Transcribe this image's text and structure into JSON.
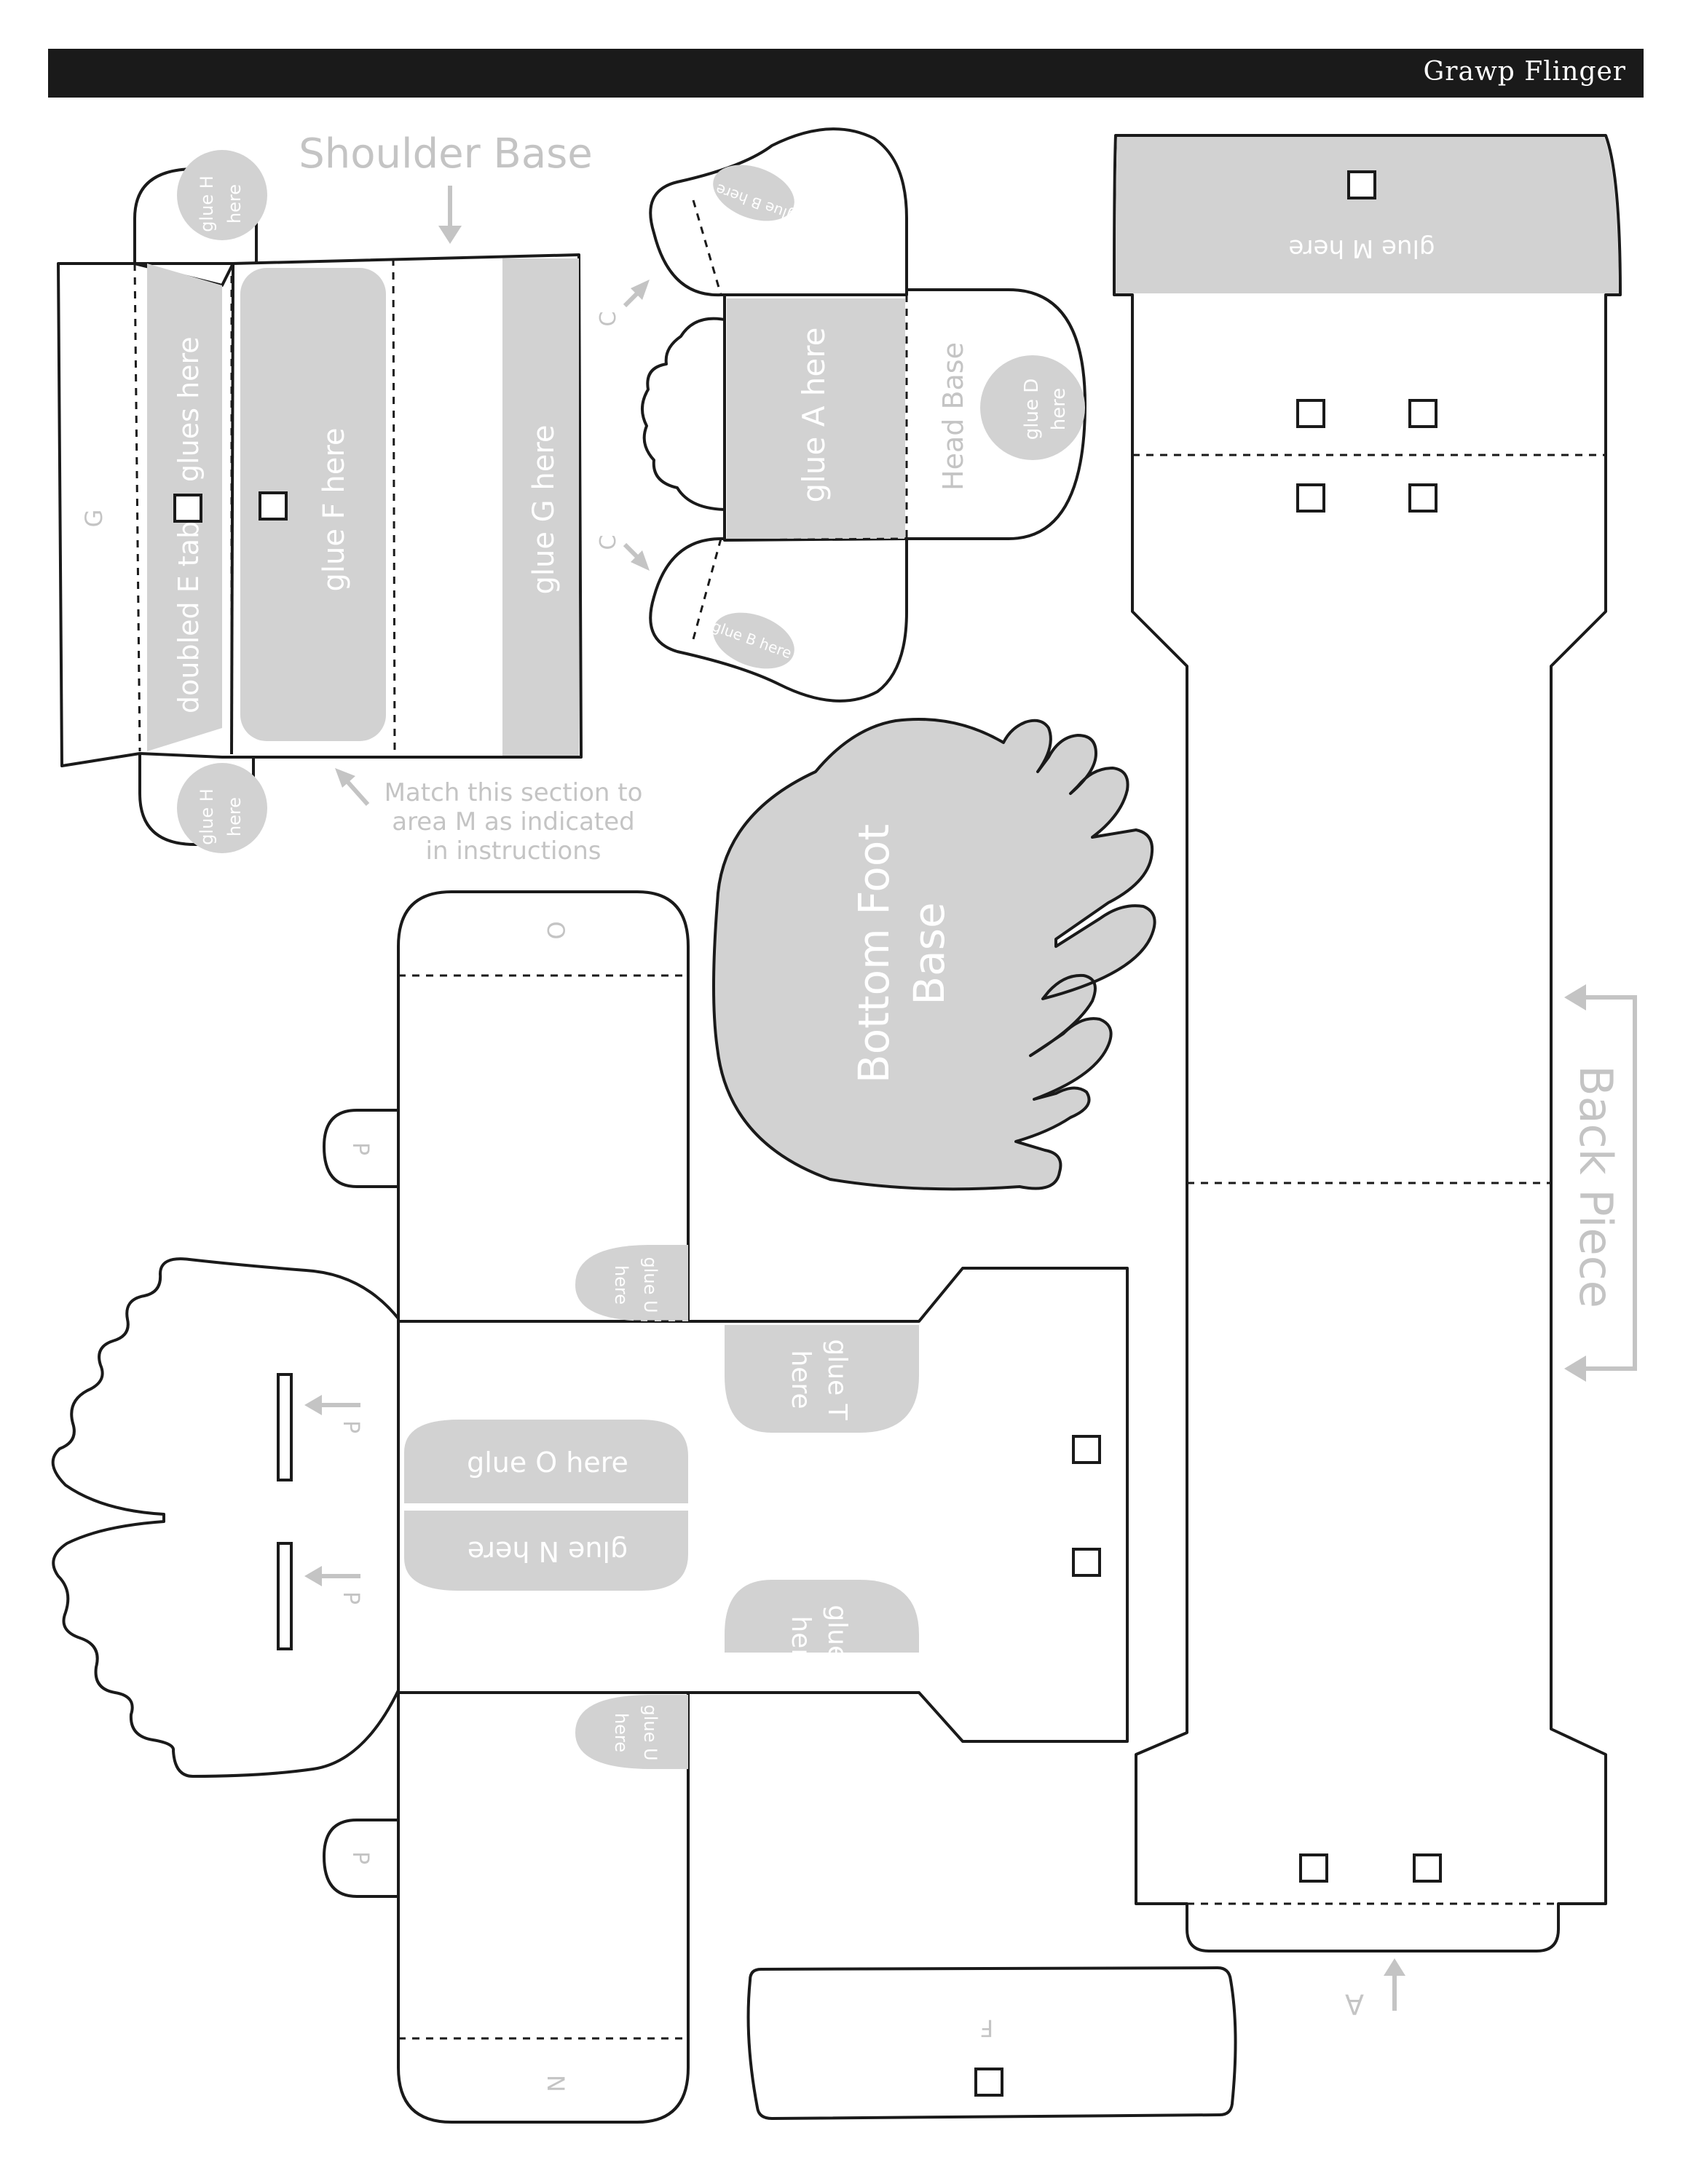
{
  "header": {
    "title": "Grawp Flinger"
  },
  "shoulder_base": {
    "title": "Shoulder Base",
    "label_g": "G",
    "doubled_e_tab": "doubled E tab",
    "glues_here": "glues here",
    "glue_f": "glue F here",
    "glue_g": "glue G here",
    "glue_h": "glue H",
    "here": "here",
    "note_line1": "Match this section to",
    "note_line2": "area M as indicated",
    "note_line3": "in instructions"
  },
  "head_base": {
    "title": "Head Base",
    "glue_a": "glue A here",
    "glue_b": "glue B here",
    "glue_d": "glue D",
    "here": "here",
    "label_c": "C"
  },
  "bottom_foot": {
    "line1": "Bottom Foot",
    "line2": "Base"
  },
  "back_piece": {
    "title": "Back Piece",
    "glue_m": "glue M here",
    "label_a": "A"
  },
  "body_piece": {
    "label_o": "O",
    "label_n": "N",
    "label_p": "P",
    "glue_u": "glue U",
    "glue_t": "glue T",
    "here": "here",
    "glue_o": "glue O here",
    "glue_n": "glue N here"
  },
  "f_piece": {
    "label_f": "F"
  },
  "colors": {
    "gray_fill": "#d2d2d2",
    "label_gray": "#c4c4c4",
    "line": "#1a1a1a",
    "header": "#1a1a1a"
  }
}
